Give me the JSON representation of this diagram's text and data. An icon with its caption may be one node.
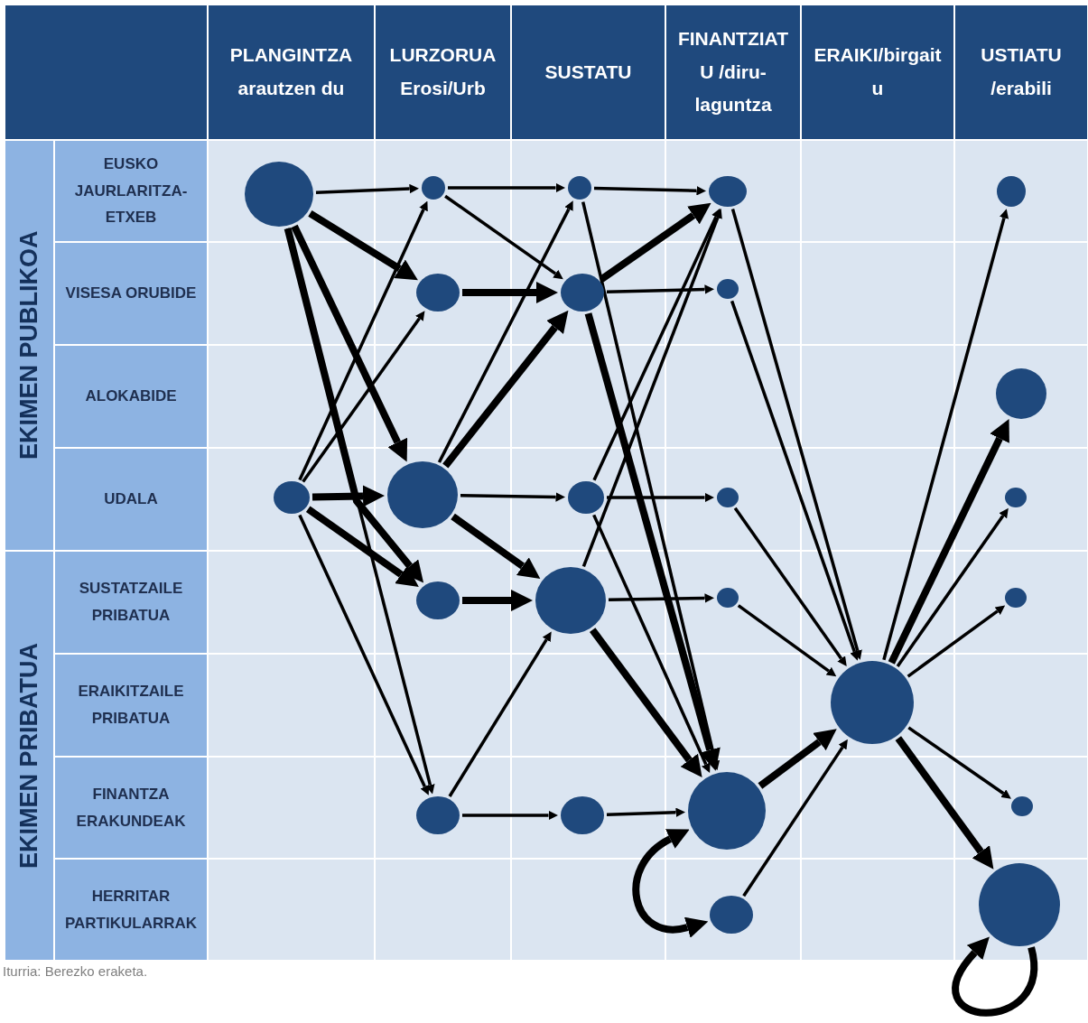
{
  "diagram": {
    "caption": "Iturria: Berezko eraketa.",
    "nodes": [
      {
        "text": [],
        "shape": "circle"
      },
      {
        "text": [],
        "shape": "circle"
      },
      {
        "text": [],
        "shape": "circle"
      },
      {
        "text": [],
        "shape": "circle"
      },
      {
        "text": [],
        "shape": "circle"
      },
      {
        "text": [],
        "shape": "circle"
      },
      {
        "text": [],
        "shape": "circle"
      },
      {
        "text": [],
        "shape": "circle"
      },
      {
        "text": [],
        "shape": "circle"
      },
      {
        "text": [],
        "shape": "circle"
      },
      {
        "text": [],
        "shape": "circle"
      },
      {
        "text": [],
        "shape": "circle"
      },
      {
        "text": [],
        "shape": "circle"
      },
      {
        "text": [],
        "shape": "circle"
      },
      {
        "text": [],
        "shape": "circle"
      },
      {
        "text": [],
        "shape": "circle"
      },
      {
        "text": [],
        "shape": "circle"
      },
      {
        "text": [],
        "shape": "circle"
      },
      {
        "text": [],
        "shape": "circle"
      },
      {
        "text": [],
        "shape": "circle"
      },
      {
        "text": [],
        "shape": "circle"
      },
      {
        "text": [],
        "shape": "circle"
      },
      {
        "text": [],
        "shape": "circle"
      },
      {
        "text": [],
        "shape": "circle"
      },
      {
        "text": [],
        "shape": "circle"
      }
    ],
    "edges": [
      {
        "from": 0,
        "to": 1,
        "arrow": "to"
      },
      {
        "from": 0,
        "to": 5,
        "arrow": "to",
        "style": "thick"
      },
      {
        "from": 0,
        "to": 10,
        "arrow": "to",
        "style": "thick"
      },
      {
        "from": 0,
        "to": 14,
        "arrow": "to",
        "style": "thick"
      },
      {
        "from": 0,
        "to": 19,
        "arrow": "to"
      },
      {
        "from": 9,
        "to": 1,
        "arrow": "to"
      },
      {
        "from": 9,
        "to": 5,
        "arrow": "to"
      },
      {
        "from": 9,
        "to": 10,
        "arrow": "to",
        "style": "thick"
      },
      {
        "from": 9,
        "to": 14,
        "arrow": "to",
        "style": "thick"
      },
      {
        "from": 9,
        "to": 19,
        "arrow": "to"
      },
      {
        "from": 1,
        "to": 2,
        "arrow": "to"
      },
      {
        "from": 1,
        "to": 6,
        "arrow": "to"
      },
      {
        "from": 5,
        "to": 6,
        "arrow": "to",
        "style": "thick"
      },
      {
        "from": 10,
        "to": 2,
        "arrow": "to"
      },
      {
        "from": 10,
        "to": 6,
        "arrow": "to",
        "style": "thick"
      },
      {
        "from": 10,
        "to": 11,
        "arrow": "to"
      },
      {
        "from": 10,
        "to": 15,
        "arrow": "to",
        "style": "thick"
      },
      {
        "from": 14,
        "to": 15,
        "arrow": "to",
        "style": "thick"
      },
      {
        "from": 19,
        "to": 15,
        "arrow": "to"
      },
      {
        "from": 19,
        "to": 20,
        "arrow": "to"
      },
      {
        "from": 2,
        "to": 3,
        "arrow": "to"
      },
      {
        "from": 2,
        "to": 21,
        "arrow": "to"
      },
      {
        "from": 6,
        "to": 3,
        "arrow": "to",
        "style": "thick"
      },
      {
        "from": 6,
        "to": 7,
        "arrow": "to"
      },
      {
        "from": 6,
        "to": 21,
        "arrow": "to",
        "style": "thick"
      },
      {
        "from": 11,
        "to": 3,
        "arrow": "to"
      },
      {
        "from": 11,
        "to": 12,
        "arrow": "to"
      },
      {
        "from": 11,
        "to": 21,
        "arrow": "to"
      },
      {
        "from": 15,
        "to": 3,
        "arrow": "to"
      },
      {
        "from": 15,
        "to": 16,
        "arrow": "to"
      },
      {
        "from": 15,
        "to": 21,
        "arrow": "to",
        "style": "thick"
      },
      {
        "from": 20,
        "to": 21,
        "arrow": "to"
      },
      {
        "from": 21,
        "to": 23,
        "arrow": "both",
        "style": "thick"
      },
      {
        "from": 21,
        "to": 18,
        "arrow": "to",
        "style": "thick"
      },
      {
        "from": 23,
        "to": 18,
        "arrow": "to"
      },
      {
        "from": 3,
        "to": 18,
        "arrow": "to"
      },
      {
        "from": 7,
        "to": 18,
        "arrow": "to"
      },
      {
        "from": 12,
        "to": 18,
        "arrow": "to"
      },
      {
        "from": 16,
        "to": 18,
        "arrow": "to"
      },
      {
        "from": 18,
        "to": 4,
        "arrow": "to"
      },
      {
        "from": 18,
        "to": 8,
        "arrow": "to",
        "style": "thick"
      },
      {
        "from": 18,
        "to": 13,
        "arrow": "to"
      },
      {
        "from": 18,
        "to": 17,
        "arrow": "to"
      },
      {
        "from": 18,
        "to": 22,
        "arrow": "to"
      },
      {
        "from": 18,
        "to": 24,
        "arrow": "to",
        "style": "thick"
      },
      {
        "from": 24,
        "to": 24,
        "arrow": "to",
        "style": "thick"
      }
    ],
    "labels": [
      "PLANGINTZA arautzen du",
      "LURZORUA Erosi/Urb",
      "SUSTATU",
      "FINANTZIATU /diru-laguntza",
      "ERAIKI/birgaitu",
      "USTIATU /erabili",
      "EKIMEN PUBLIKOA",
      "EUSKO JAURLARITZA-ETXEB",
      "VISESA ORUBIDE",
      "ALOKABIDE",
      "UDALA",
      "EKIMEN PRIBATUA",
      "SUSTATZAILE PRIBATUA",
      "ERAIKITZAILE PRIBATUA",
      "FINANTZA ERAKUNDEAK",
      "HERRITAR PARTIKULARRAK"
    ]
  }
}
